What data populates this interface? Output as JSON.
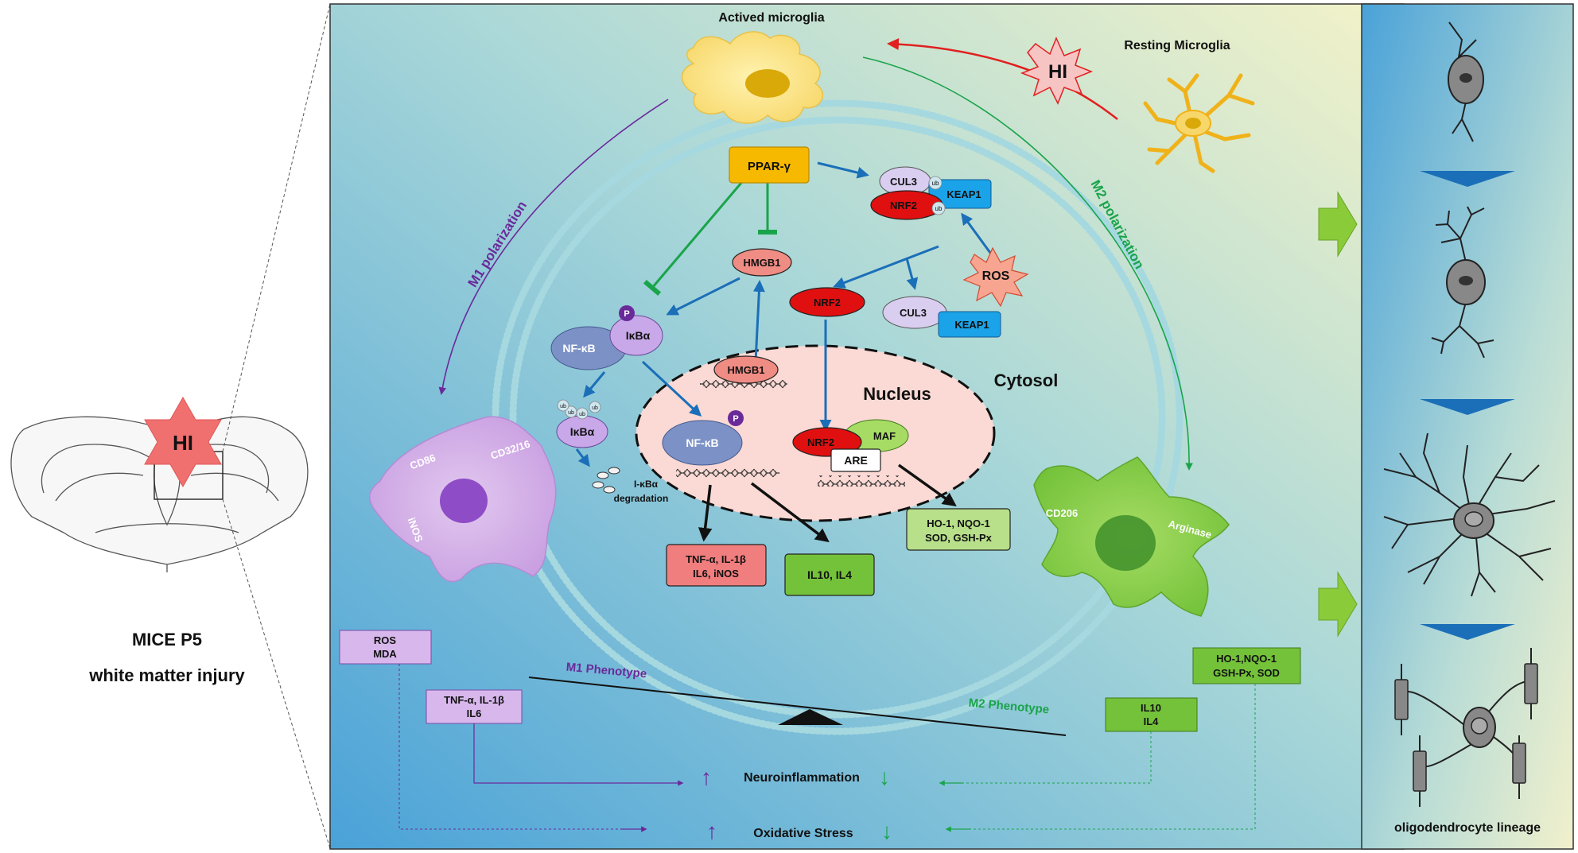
{
  "brain": {
    "hi_label": "HI",
    "caption_line1": "MICE P5",
    "caption_line2": "white matter injury"
  },
  "microglia": {
    "activated_label": "Actived microglia",
    "resting_label": "Resting Microglia",
    "hi_label": "HI",
    "m1_polarization": "M1 polarization",
    "m2_polarization": "M2 polarization"
  },
  "m1_cell": {
    "markers": [
      "CD86",
      "CD32/16",
      "iNOS"
    ]
  },
  "m2_cell": {
    "markers": [
      "CD206",
      "Arginase"
    ]
  },
  "pathway": {
    "ppar": "PPAR-γ",
    "cul3": "CUL3",
    "keap1": "KEAP1",
    "nrf2": "NRF2",
    "ub": "ub",
    "hmgb1": "HMGB1",
    "ros": "ROS",
    "nfkb": "NF-κB",
    "ikba": "IκBα",
    "phospho": "P",
    "degradation_line1": "I-κBα",
    "degradation_line2": "degradation",
    "maf": "MAF",
    "are": "ARE",
    "nucleus": "Nucleus",
    "cytosol": "Cytosol"
  },
  "outputs": {
    "pro_inflam_line1": "TNF-α, IL-1β",
    "pro_inflam_line2": "IL6, iNOS",
    "anti_inflam": "IL10, IL4",
    "antiox_line1": "HO-1, NQO-1",
    "antiox_line2": "SOD, GSH-Px"
  },
  "balance": {
    "m1_phenotype": "M1 Phenotype",
    "m2_phenotype": "M2 Phenotype",
    "ros_mda_line1": "ROS",
    "ros_mda_line2": "MDA",
    "tnf_line1": "TNF-α, IL-1β",
    "tnf_line2": "IL6",
    "ho_line1": "HO-1,NQO-1",
    "ho_line2": "GSH-Px, SOD",
    "il_line1": "IL10",
    "il_line2": "IL4",
    "neuroinflammation": "Neuroinflammation",
    "oxidative_stress": "Oxidative Stress",
    "up_arrow": "↑",
    "down_arrow": "↓"
  },
  "lineage": {
    "label": "oligodendrocyte lineage"
  },
  "colors": {
    "m1": "#6a2a9a",
    "m2": "#1aa44a",
    "arrow_blue": "#1b6fb8",
    "inhibit_green": "#1aa44a",
    "hi_red": "#e02020"
  }
}
